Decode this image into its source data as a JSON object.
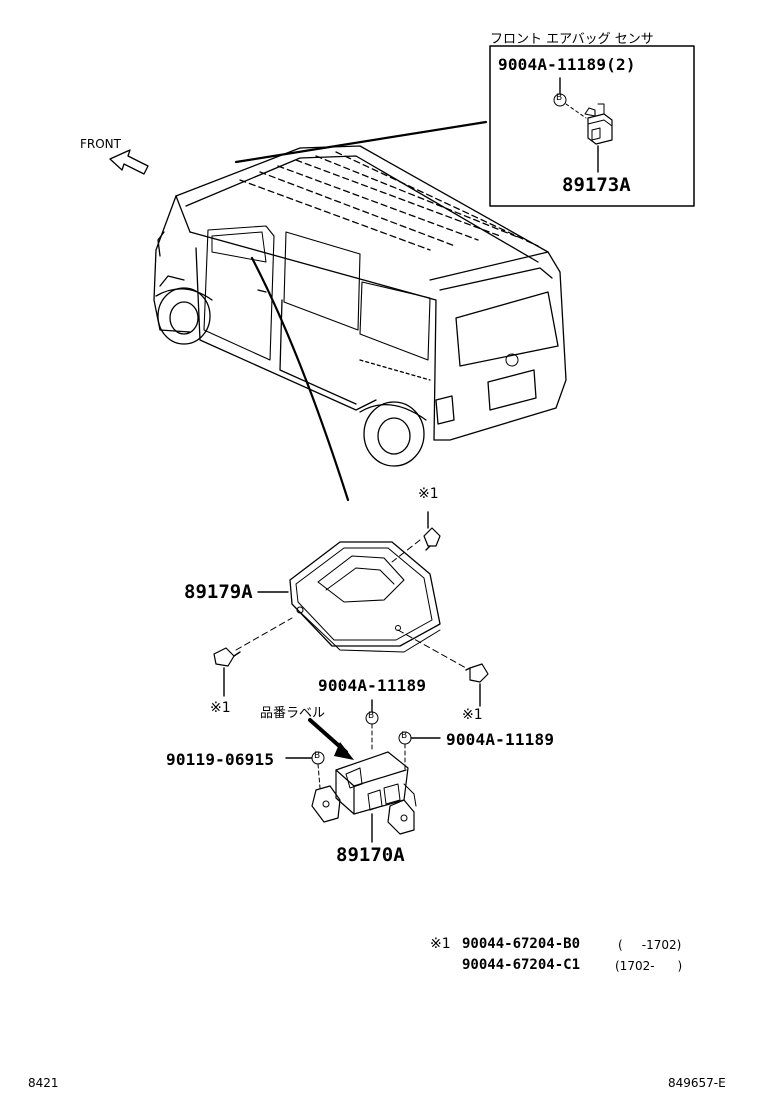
{
  "sensor_box": {
    "title": "フロント エアバッグ センサ",
    "bolt_part": "9004A-11189(2)",
    "sensor_part": "89173A"
  },
  "front_label": "FRONT",
  "cover": {
    "part": "89179A",
    "clip_mark": "※1"
  },
  "module": {
    "part": "89170A",
    "bolt_top": "9004A-11189",
    "bolt_right": "9004A-11189",
    "screw_left": "90119-06915",
    "label_note": "品番ラベル"
  },
  "bolt_marker": "B",
  "notes": {
    "mark": "※1",
    "rows": [
      {
        "part": "90044-67204-B0",
        "range": "(     -1702)"
      },
      {
        "part": "90044-67204-C1",
        "range": "(1702-      )"
      }
    ]
  },
  "footer": {
    "left_code": "8421",
    "right_code": "849657-E"
  }
}
